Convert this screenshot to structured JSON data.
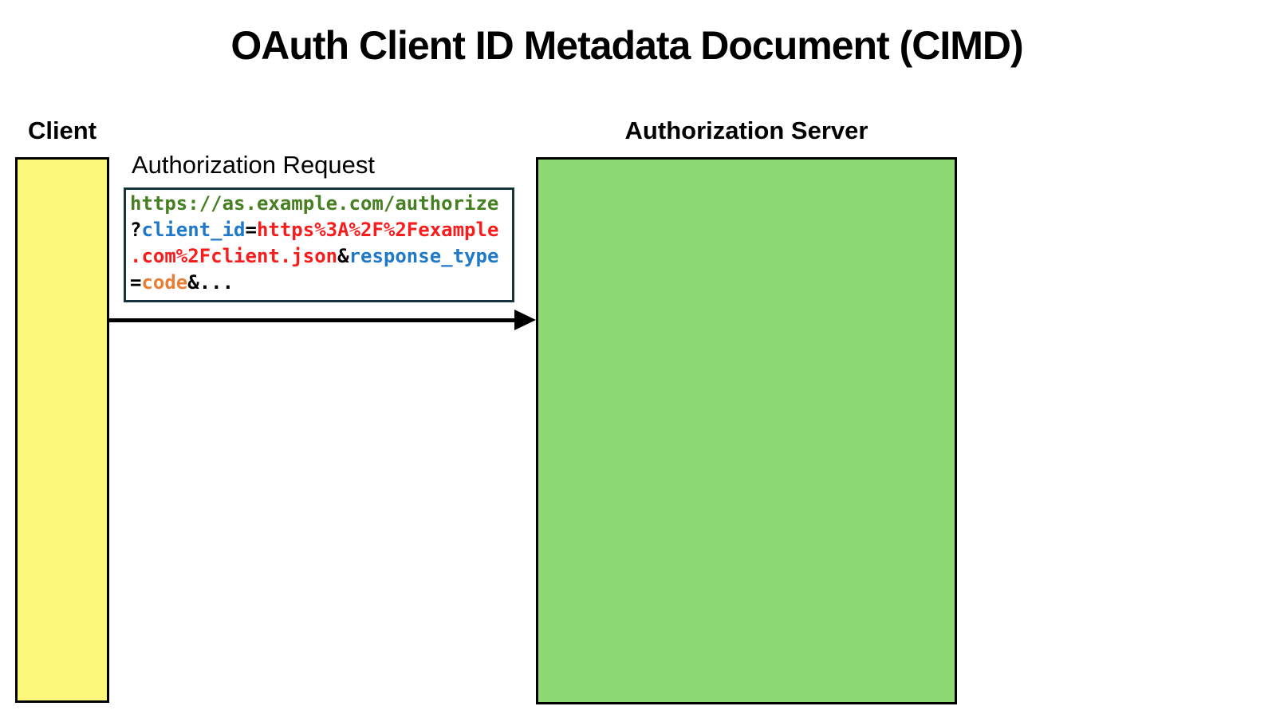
{
  "title": "OAuth Client ID Metadata Document (CIMD)",
  "actors": {
    "client": {
      "label": "Client"
    },
    "authorization_server": {
      "label": "Authorization Server"
    }
  },
  "message": {
    "label": "Authorization Request",
    "url": "https://as.example.com/authorize?client_id=https%3A%2F%2Fexample.com%2Fclient.json&response_type=code&...",
    "code_lines": [
      {
        "segments": [
          {
            "text": "https://as.example.com/authorize",
            "color": "green"
          }
        ]
      },
      {
        "segments": [
          {
            "text": "?",
            "color": "black"
          },
          {
            "text": "client_id",
            "color": "blue"
          },
          {
            "text": "=",
            "color": "black"
          },
          {
            "text": "https%3A%2F%2Fexample",
            "color": "red"
          }
        ]
      },
      {
        "segments": [
          {
            "text": ".com%2Fclient.json",
            "color": "red"
          },
          {
            "text": "&",
            "color": "black"
          },
          {
            "text": "response_type",
            "color": "blue"
          }
        ]
      },
      {
        "segments": [
          {
            "text": "=",
            "color": "black"
          },
          {
            "text": "code",
            "color": "orange"
          },
          {
            "text": "&...",
            "color": "black"
          }
        ]
      }
    ]
  },
  "colors": {
    "client-yellow": "#FCF87C",
    "server-green": "#8CD973",
    "code-border": "#16323E",
    "tok-green": "#467F21",
    "tok-blue": "#1F78C8",
    "tok-red": "#F91C1C",
    "tok-orange": "#E87E35",
    "tok-black": "#000000",
    "line-black": "#000000"
  }
}
